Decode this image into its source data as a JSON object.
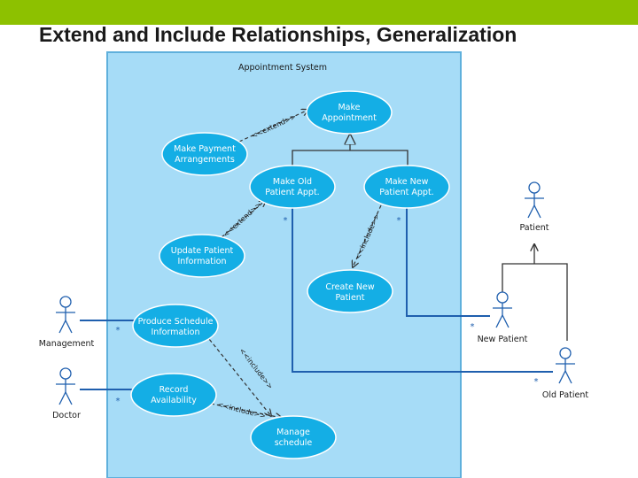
{
  "header": {
    "title": "Extend and Include Relationships, Generalization",
    "accent_color": "#8dc100"
  },
  "diagram": {
    "system_label": "Appointment System",
    "colors": {
      "system_fill": "#a6dcf7",
      "usecase_fill": "#14aee5",
      "line": "#1f5fae",
      "arrow": "#333333"
    },
    "use_cases": {
      "make_appointment": [
        "Make",
        "Appointment"
      ],
      "make_payment": [
        "Make Payment",
        "Arrangements"
      ],
      "make_old": [
        "Make Old",
        "Patient Appt."
      ],
      "make_new": [
        "Make New",
        "Patient Appt."
      ],
      "update_patient": [
        "Update Patient",
        "Information"
      ],
      "create_new": [
        "Create New",
        "Patient"
      ],
      "produce_schedule": [
        "Produce Schedule",
        "Information"
      ],
      "record_availability": [
        "Record",
        "Availability"
      ],
      "manage_schedule": [
        "Manage",
        "schedule"
      ]
    },
    "actors": {
      "patient": "Patient",
      "new_patient": "New Patient",
      "old_patient": "Old Patient",
      "management": "Management",
      "doctor": "Doctor"
    },
    "relations": {
      "extend": "<<extend>>",
      "include": "<<include>>",
      "multiplicity": "*"
    }
  }
}
